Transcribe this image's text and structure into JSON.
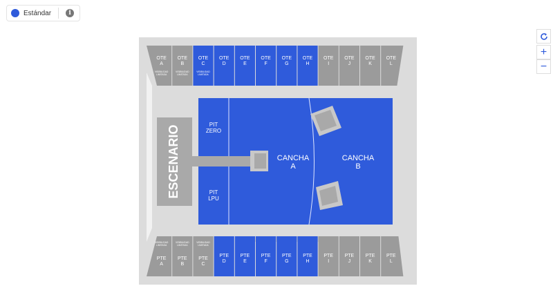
{
  "legend": {
    "label": "Estándar",
    "dot_color": "#2f5bdb",
    "info_icon": "info-icon"
  },
  "controls": {
    "reset_icon": "rotate-icon",
    "zoom_in": "+",
    "zoom_out": "−"
  },
  "colors": {
    "available": "#2f5bdb",
    "unavailable": "#9b9b9b",
    "venue_bg": "#dcdcdc",
    "stage": "#a9a9a9"
  },
  "stage": {
    "label": "ESCENARIO"
  },
  "floor": {
    "pit_zero": [
      "PIT",
      "ZERO"
    ],
    "pit_lpu": [
      "PIT",
      "LPU"
    ],
    "cancha_a": [
      "CANCHA",
      "A"
    ],
    "cancha_b": [
      "CANCHA",
      "B"
    ]
  },
  "restricted_note": [
    "VISIBILIDAD",
    "LIMITADA"
  ],
  "top_sections": [
    {
      "name": "OTE",
      "letter": "A",
      "available": false,
      "note": true
    },
    {
      "name": "OTE",
      "letter": "B",
      "available": false,
      "note": true
    },
    {
      "name": "OTE",
      "letter": "C",
      "available": true,
      "note": true
    },
    {
      "name": "OTE",
      "letter": "D",
      "available": true,
      "note": false
    },
    {
      "name": "OTE",
      "letter": "E",
      "available": true,
      "note": false
    },
    {
      "name": "OTE",
      "letter": "F",
      "available": true,
      "note": false
    },
    {
      "name": "OTE",
      "letter": "G",
      "available": true,
      "note": false
    },
    {
      "name": "OTE",
      "letter": "H",
      "available": true,
      "note": false
    },
    {
      "name": "OTE",
      "letter": "I",
      "available": false,
      "note": false
    },
    {
      "name": "OTE",
      "letter": "J",
      "available": false,
      "note": false
    },
    {
      "name": "OTE",
      "letter": "K",
      "available": false,
      "note": false
    },
    {
      "name": "OTE",
      "letter": "L",
      "available": false,
      "note": false
    }
  ],
  "bottom_sections": [
    {
      "name": "PTE",
      "letter": "A",
      "available": false,
      "note": true
    },
    {
      "name": "PTE",
      "letter": "B",
      "available": false,
      "note": true
    },
    {
      "name": "PTE",
      "letter": "C",
      "available": false,
      "note": true
    },
    {
      "name": "PTE",
      "letter": "D",
      "available": true,
      "note": false
    },
    {
      "name": "PTE",
      "letter": "E",
      "available": true,
      "note": false
    },
    {
      "name": "PTE",
      "letter": "F",
      "available": true,
      "note": false
    },
    {
      "name": "PTE",
      "letter": "G",
      "available": true,
      "note": false
    },
    {
      "name": "PTE",
      "letter": "H",
      "available": true,
      "note": false
    },
    {
      "name": "PTE",
      "letter": "I",
      "available": false,
      "note": false
    },
    {
      "name": "PTE",
      "letter": "J",
      "available": false,
      "note": false
    },
    {
      "name": "PTE",
      "letter": "K",
      "available": false,
      "note": false
    },
    {
      "name": "PTE",
      "letter": "L",
      "available": false,
      "note": false
    }
  ]
}
